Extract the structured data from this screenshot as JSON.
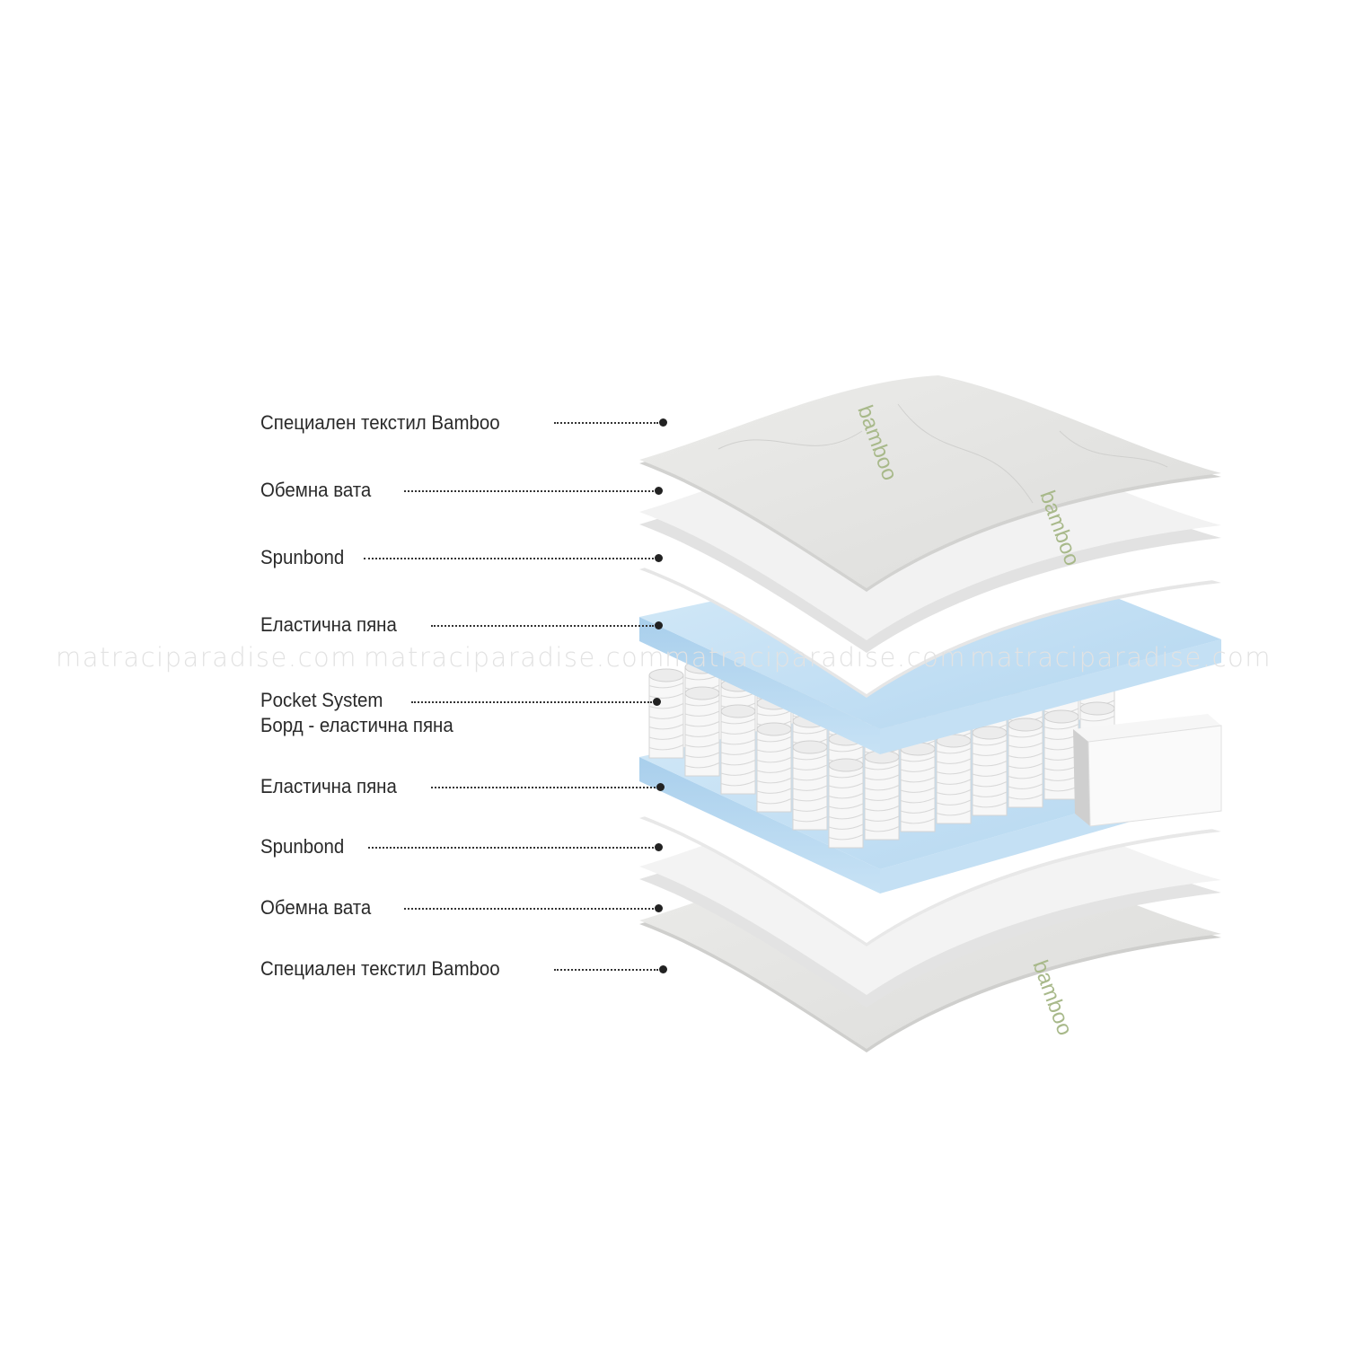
{
  "watermark": "matraciparadise.com",
  "print_text": "bamboo",
  "layers": [
    {
      "label": "Специален текстил Bamboo"
    },
    {
      "label": "Обемна вата"
    },
    {
      "label": "Spunbond"
    },
    {
      "label": "Еластична пяна"
    },
    {
      "label": "Pocket System",
      "label2": "Борд - еластична пяна"
    },
    {
      "label": "Еластична пяна"
    },
    {
      "label": "Spunbond"
    },
    {
      "label": "Обемна вата"
    },
    {
      "label": "Специален текстил Bamboo"
    }
  ],
  "colors": {
    "foam": "#bcdcf2",
    "bamboo_fabric": "#e3e3e1",
    "wadding": "#f2f2f2",
    "spunbond": "#ffffff",
    "print": "#a8b98a",
    "text": "#2a2a2a"
  }
}
